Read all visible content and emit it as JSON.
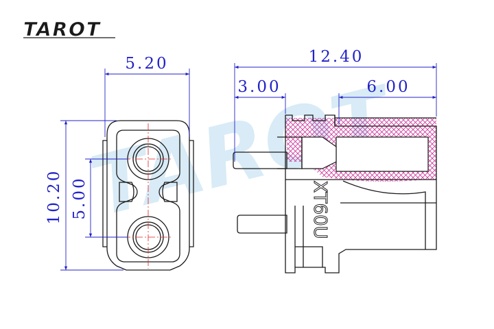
{
  "brand": {
    "logo_text": "TAROT",
    "watermark_text": "TAROT"
  },
  "part_marking": "XT60U",
  "colors": {
    "outline": "#1a1a1a",
    "dimension": "#2222c8",
    "centerline": "#e02020",
    "hatch": "#cc3399",
    "watermark": "#b9dcef"
  },
  "front_view": {
    "width_dim": "5.20",
    "height_dim": "10.20",
    "pitch_dim": "5.00"
  },
  "side_view": {
    "total_length_dim": "12.40",
    "pin_length_dim": "3.00",
    "socket_depth_dim": "6.00"
  }
}
